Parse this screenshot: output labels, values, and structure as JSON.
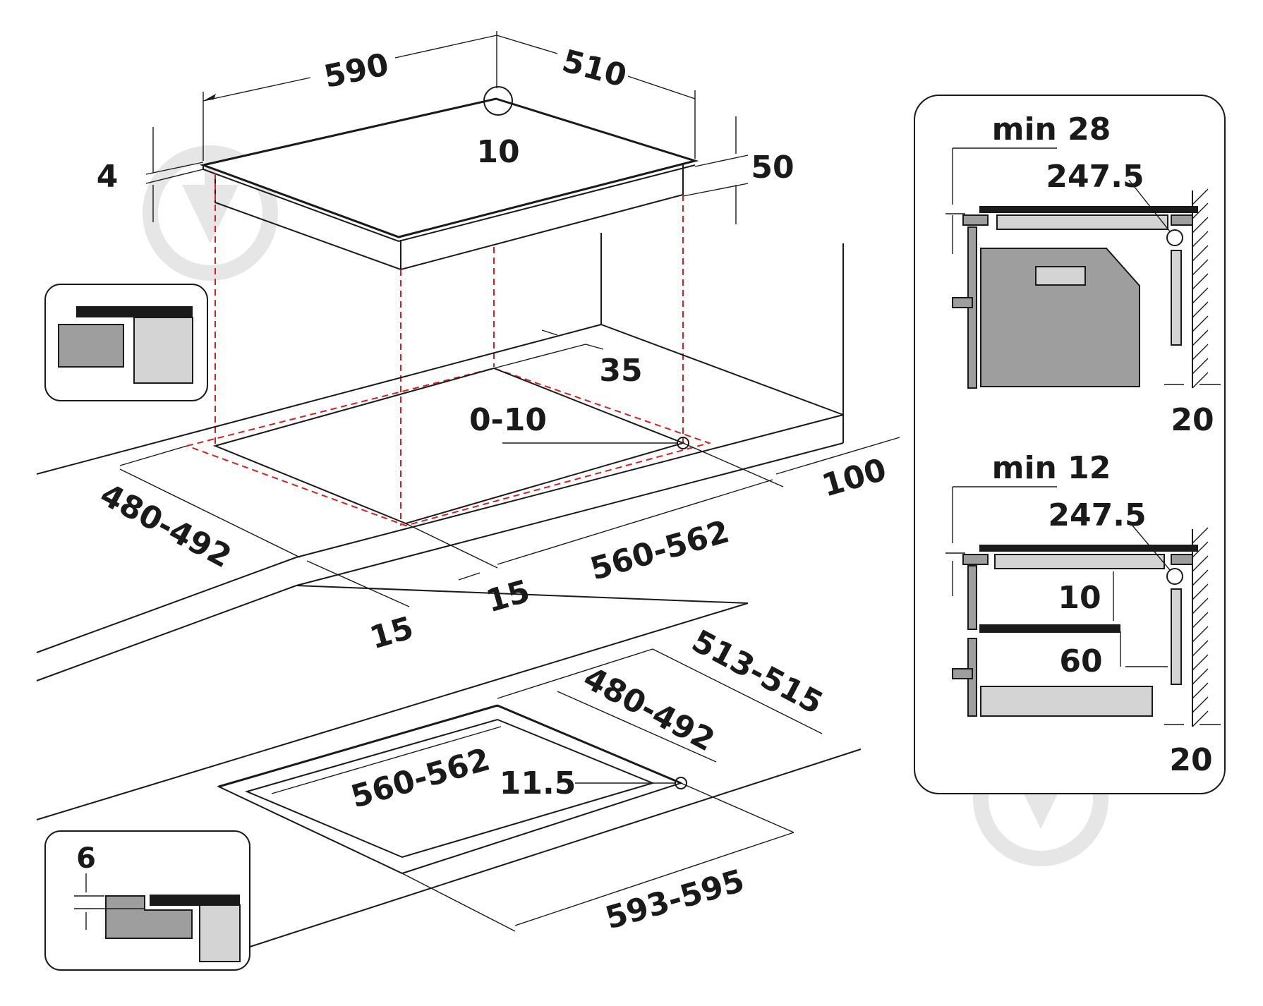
{
  "hob_dimensions": {
    "width": "590",
    "depth": "510",
    "corner_radius": "10",
    "glass_thickness": "4",
    "total_height": "50"
  },
  "cutout_top": {
    "rear_gap": "35",
    "corner_tolerance": "0-10",
    "front_to_cutout": "100",
    "cutout_depth": "480-492",
    "cutout_width": "560-562",
    "side_margin_right": "15",
    "side_margin_left": "15"
  },
  "cutout_flush": {
    "outer_depth": "513-515",
    "inner_depth": "480-492",
    "inner_width": "560-562",
    "corner_radius": "11.5",
    "outer_width": "593-595"
  },
  "side_view_top": {
    "min_label": "min 28",
    "radius": "247.5",
    "wall_gap": "20"
  },
  "side_view_bottom": {
    "min_label": "min 12",
    "radius": "247.5",
    "shelf_gap": "10",
    "rear_gap": "60",
    "wall_gap": "20"
  },
  "flush_detail": {
    "step": "6"
  }
}
